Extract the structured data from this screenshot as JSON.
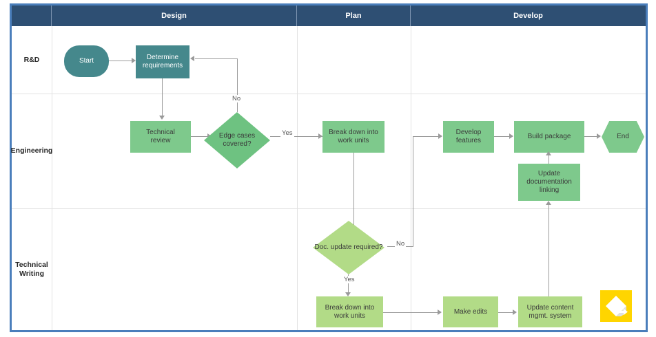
{
  "diagram": {
    "title": "Cross-functional product development flowchart",
    "frame_color": "#4a7ebb",
    "header_color": "#2e4f73",
    "colors": {
      "rd_fill": "#45888c",
      "engineering_fill": "#7ec98c",
      "technical_writing_fill": "#b2db87",
      "connector": "#9a9a9a",
      "logo": "#ffd500"
    }
  },
  "columns": [
    {
      "label": ""
    },
    {
      "label": "Design"
    },
    {
      "label": "Plan"
    },
    {
      "label": "Develop"
    }
  ],
  "lanes": [
    {
      "label": "R&D"
    },
    {
      "label": "Engineering"
    },
    {
      "label": "Technical\nWriting"
    },
    {
      "label_line1": "Technical",
      "label_line2": "Writing"
    }
  ],
  "nodes": {
    "start": "Start",
    "determine_requirements_l1": "Determine",
    "determine_requirements_l2": "requirements",
    "technical_review_l1": "Technical",
    "technical_review_l2": "review",
    "edge_cases_l1": "Edge cases",
    "edge_cases_l2": "covered?",
    "break_down_eng_l1": "Break down into",
    "break_down_eng_l2": "work units",
    "develop_features_l1": "Develop",
    "develop_features_l2": "features",
    "build_package": "Build package",
    "end": "End",
    "update_doc_l1": "Update",
    "update_doc_l2": "documentation",
    "update_doc_l3": "linking",
    "doc_update_l1": "Doc. update",
    "doc_update_l2": "required?",
    "break_down_tw_l1": "Break down into",
    "break_down_tw_l2": "work units",
    "make_edits": "Make edits",
    "update_cms_l1": "Update content",
    "update_cms_l2": "mgmt. system"
  },
  "edge_labels": {
    "no_edge_cases": "No",
    "yes_edge_cases": "Yes",
    "no_doc_update": "No",
    "yes_doc_update": "Yes"
  }
}
